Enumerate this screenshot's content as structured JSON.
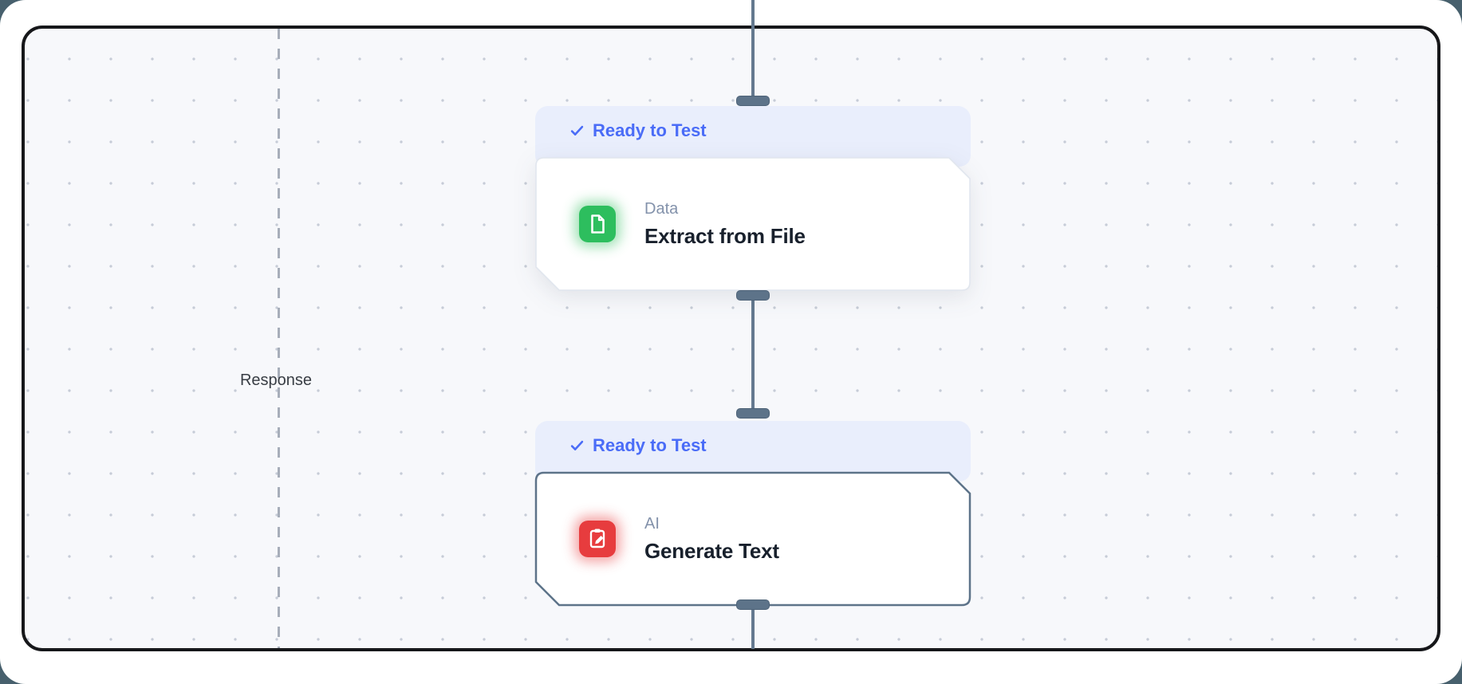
{
  "canvas": {
    "response_divider_label": "Response"
  },
  "nodes": [
    {
      "status": "Ready to Test",
      "category": "Data",
      "title": "Extract from File",
      "icon": "document-icon",
      "accent": "#2dbe5e",
      "selected": false
    },
    {
      "status": "Ready to Test",
      "category": "AI",
      "title": "Generate Text",
      "icon": "clipboard-pencil-icon",
      "accent": "#e73c3e",
      "selected": true
    }
  ],
  "colors": {
    "status_text": "#4a6cf7",
    "status_badge_bg": "#e9eefc",
    "edge": "#64798f",
    "handle": "#5d7389",
    "selected_border": "#5d7389",
    "canvas_bg": "#f7f8fb",
    "frame_border": "#16171a",
    "outer_bg": "#47606d"
  }
}
